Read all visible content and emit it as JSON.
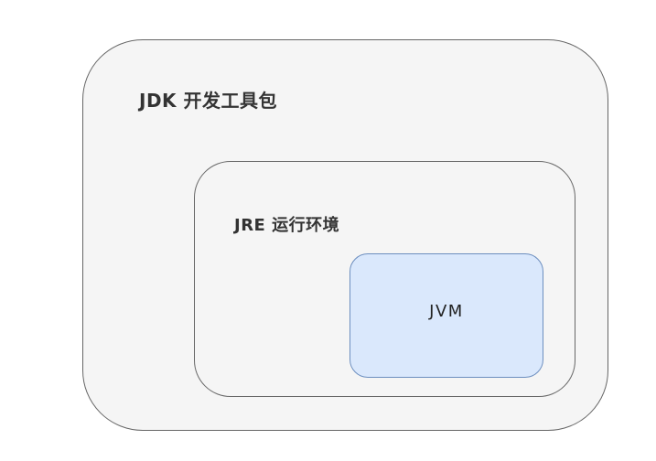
{
  "diagram": {
    "jdk": {
      "label": "JDK 开发工具包",
      "fill_color": "#f5f5f5",
      "stroke_color": "#666666"
    },
    "jre": {
      "label": "JRE 运行环境",
      "fill_color": "#f5f5f5",
      "stroke_color": "#666666"
    },
    "jvm": {
      "label": "JVM",
      "fill_color": "#dae8fc",
      "stroke_color": "#6c8ebf"
    }
  }
}
